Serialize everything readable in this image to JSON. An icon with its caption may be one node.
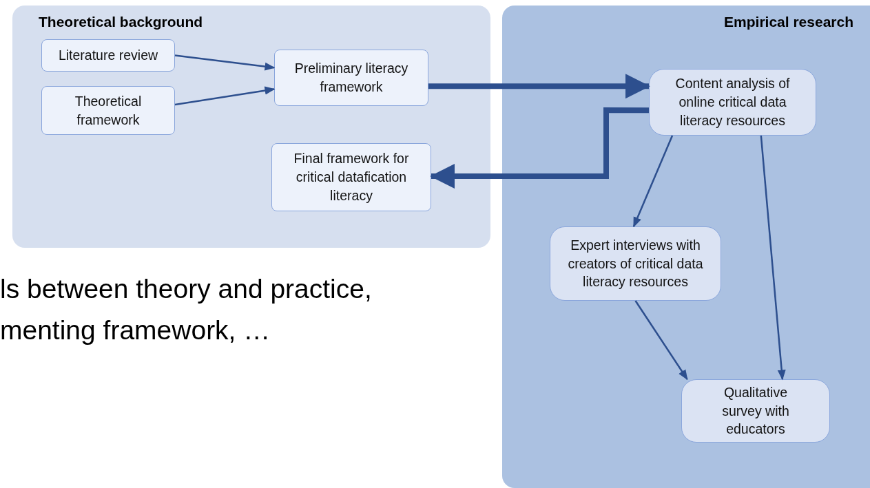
{
  "diagram": {
    "nodes": [
      {
        "text": [
          "Theoretical background"
        ]
      },
      {
        "text": [
          "Literature review"
        ],
        "in": 0
      },
      {
        "text": [
          "Theoretical framework"
        ],
        "in": 0
      },
      {
        "text": [
          "Preliminary literacy framework"
        ],
        "in": 0
      },
      {
        "text": [
          "Final framework for critical datafication literacy"
        ],
        "in": 0
      },
      {
        "text": [
          "Empirical research"
        ]
      },
      {
        "text": [
          "Content analysis of online critical data literacy resources"
        ],
        "in": 5
      },
      {
        "text": [
          "Expert interviews with creators of critical data literacy resources"
        ],
        "in": 5
      },
      {
        "text": [
          "Qualitative survey with educators"
        ],
        "in": 5
      }
    ],
    "edges": [
      {
        "from": 1,
        "to": 3,
        "arrow": "to"
      },
      {
        "from": 2,
        "to": 3,
        "arrow": "to"
      },
      {
        "from": 3,
        "to": 6,
        "arrow": "to",
        "style": "thick"
      },
      {
        "from": 6,
        "to": 4,
        "arrow": "to",
        "style": "thick"
      },
      {
        "from": 6,
        "to": 7,
        "arrow": "to"
      },
      {
        "from": 7,
        "to": 8,
        "arrow": "to"
      },
      {
        "from": 6,
        "to": 8,
        "arrow": "to"
      }
    ],
    "labels": [
      "ls between theory and practice,",
      "menting framework, …"
    ]
  }
}
